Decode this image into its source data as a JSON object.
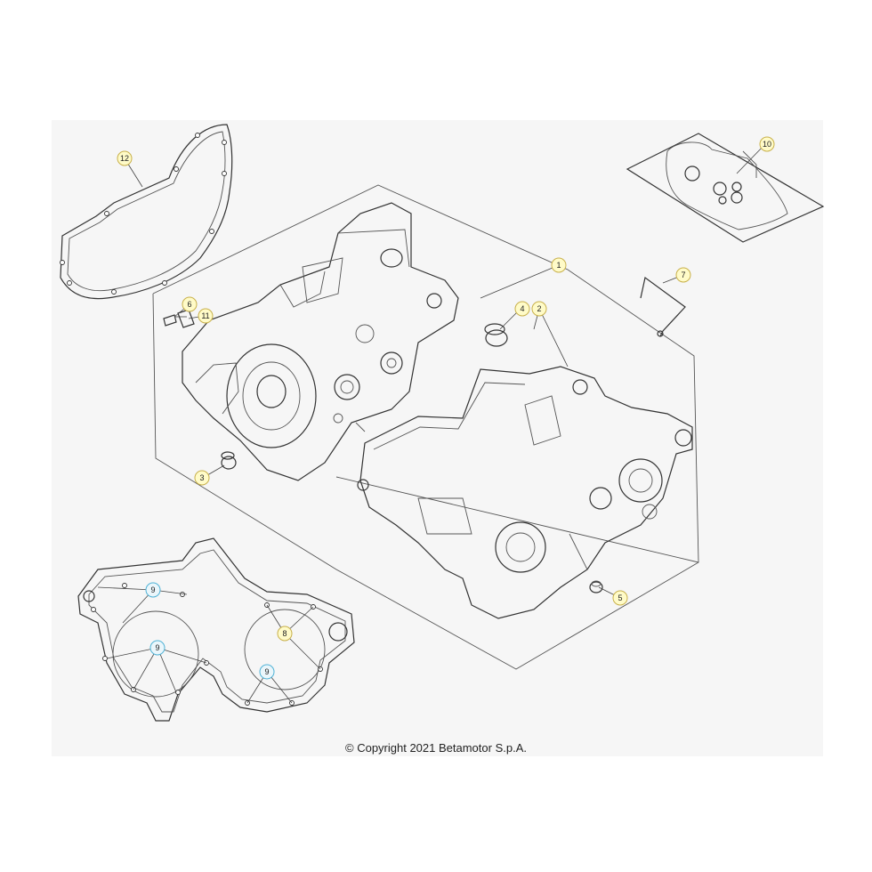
{
  "copyright": "© Copyright 2021 Betamotor S.p.A.",
  "colors": {
    "callout_yellow": "#fffbc8",
    "callout_yellow_stroke": "#c8b04a",
    "callout_blue": "#eaf6fb",
    "callout_blue_stroke": "#4fb2d6",
    "line": "#333333",
    "panel": "#f6f6f6"
  },
  "callouts": [
    {
      "id": "12",
      "label": "12",
      "style": "yellow"
    },
    {
      "id": "10",
      "label": "10",
      "style": "yellow"
    },
    {
      "id": "1",
      "label": "1",
      "style": "yellow"
    },
    {
      "id": "7",
      "label": "7",
      "style": "yellow"
    },
    {
      "id": "6",
      "label": "6",
      "style": "yellow"
    },
    {
      "id": "11",
      "label": "11",
      "style": "yellow"
    },
    {
      "id": "4",
      "label": "4",
      "style": "yellow"
    },
    {
      "id": "2",
      "label": "2",
      "style": "yellow"
    },
    {
      "id": "3",
      "label": "3",
      "style": "yellow"
    },
    {
      "id": "5",
      "label": "5",
      "style": "yellow"
    },
    {
      "id": "9a",
      "label": "9",
      "style": "blue"
    },
    {
      "id": "9b",
      "label": "9",
      "style": "blue"
    },
    {
      "id": "9c",
      "label": "9",
      "style": "blue"
    },
    {
      "id": "8",
      "label": "8",
      "style": "yellow"
    }
  ]
}
